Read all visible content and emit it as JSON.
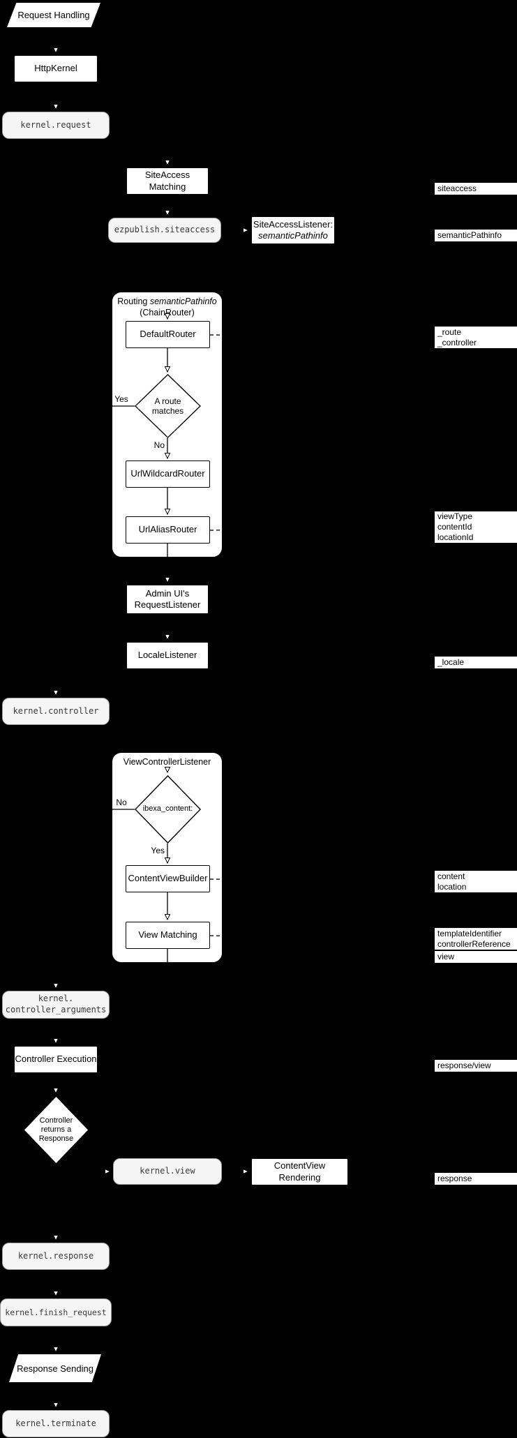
{
  "diagram_title": "Request Handling",
  "nodes": {
    "request_handling": {
      "label": "Request Handling"
    },
    "http_kernel": {
      "label": "HttpKernel"
    },
    "kernel_request": {
      "label": "kernel.request"
    },
    "siteaccess_matching": {
      "label": "SiteAccess Matching"
    },
    "ezpublish_siteaccess": {
      "label": "ezpublish.siteaccess"
    },
    "siteaccess_listener": {
      "line1": "SiteAccessListener:",
      "line2": "semanticPathinfo"
    },
    "routing_container": {
      "title_prefix": "Routing ",
      "title_italic": "semanticPathinfo",
      "title_line2": "(ChainRouter)"
    },
    "default_router": {
      "label": "DefaultRouter"
    },
    "route_matches": {
      "line1": "A route",
      "line2": "matches",
      "yes": "Yes",
      "no": "No"
    },
    "url_wildcard_router": {
      "label": "UrlWildcardRouter"
    },
    "url_alias_router": {
      "label": "UrlAliasRouter"
    },
    "admin_request_listener": {
      "line1": "Admin UI's",
      "line2": "RequestListener"
    },
    "locale_listener": {
      "label": "LocaleListener"
    },
    "kernel_controller": {
      "label": "kernel.controller"
    },
    "view_controller_listener": {
      "title": "ViewControllerListener"
    },
    "ibexa_content": {
      "label": "ibexa_content:",
      "yes": "Yes",
      "no": "No"
    },
    "content_view_builder": {
      "label": "ContentViewBuilder"
    },
    "view_matching": {
      "label": "View Matching"
    },
    "kernel_controller_arguments": {
      "line1": "kernel.",
      "line2": "controller_arguments"
    },
    "controller_execution": {
      "label": "Controller Execution"
    },
    "controller_returns_response": {
      "line1": "Controller",
      "line2": "returns a",
      "line3": "Response"
    },
    "kernel_view": {
      "label": "kernel.view"
    },
    "contentview_rendering": {
      "label": "ContentView Rendering"
    },
    "kernel_response": {
      "label": "kernel.response"
    },
    "kernel_finish_request": {
      "label": "kernel.finish_request"
    },
    "response_sending": {
      "label": "Response Sending"
    },
    "kernel_terminate": {
      "label": "kernel.terminate"
    }
  },
  "side_labels": {
    "siteaccess": "siteaccess",
    "semantic_pathinfo": "semanticPathinfo",
    "route": [
      "_route",
      "_controller"
    ],
    "view_params": [
      "viewType",
      "contentId",
      "locationId"
    ],
    "locale": "_locale",
    "content_location": [
      "content",
      "location"
    ],
    "template": [
      "templateIdentifier",
      "controllerReference"
    ],
    "view": "view",
    "response_view": "response/view",
    "response": "response"
  },
  "colors": {
    "background": "#000000",
    "node_fill": "#ffffff",
    "node_border": "#000000",
    "event_fill": "#f5f5f5",
    "event_border": "#9e9e9e",
    "text": "#000000"
  }
}
